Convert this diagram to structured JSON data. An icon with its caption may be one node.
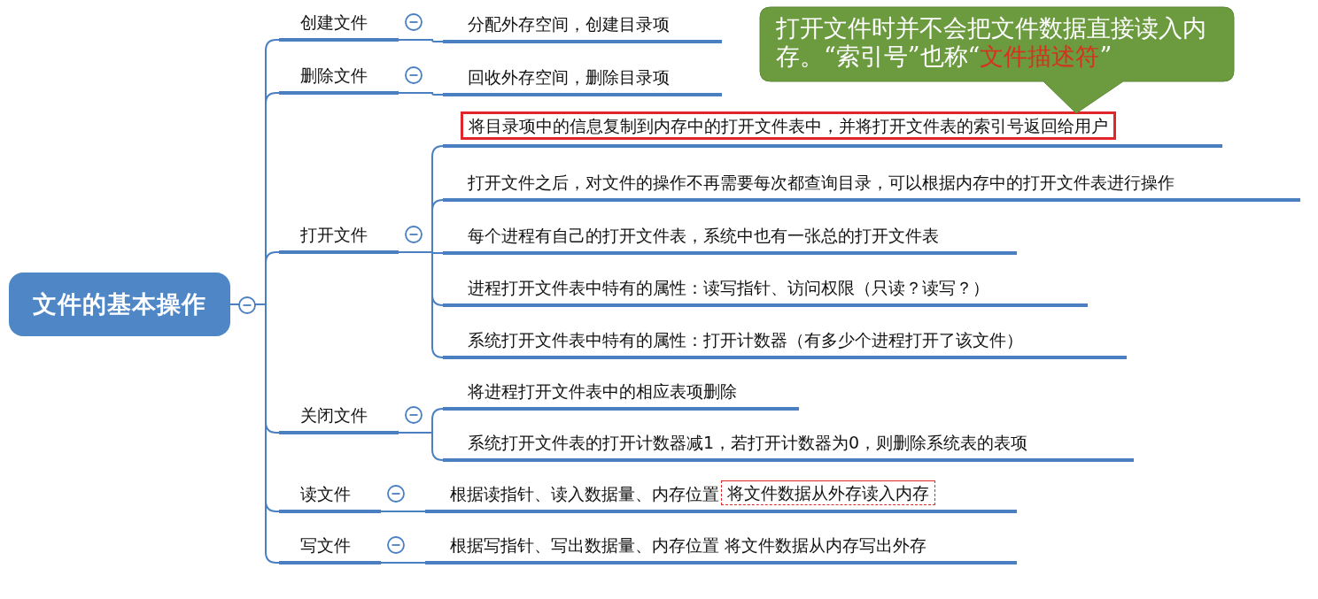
{
  "diagram": {
    "nodes": [
      {
        "text": [
          "文件的基本操作"
        ]
      },
      {
        "text": [
          "创建文件"
        ]
      },
      {
        "text": [
          "分配外存空间，创建目录项"
        ]
      },
      {
        "text": [
          "删除文件"
        ]
      },
      {
        "text": [
          "回收外存空间，删除目录项"
        ]
      },
      {
        "text": [
          "打开文件"
        ]
      },
      {
        "text": [
          "将目录项中的信息复制到内存中的打开文件表中，并将打开文件表的索引号返回给用户"
        ]
      },
      {
        "text": [
          "打开文件之后，对文件的操作不再需要每次都查询目录，可以根据内存中的打开文件表进行操作"
        ]
      },
      {
        "text": [
          "每个进程有自己的打开文件表，系统中也有一张总的打开文件表"
        ]
      },
      {
        "text": [
          "进程打开文件表中特有的属性：读写指针、访问权限（只读？读写？）"
        ]
      },
      {
        "text": [
          "系统打开文件表中特有的属性：打开计数器（有多少个进程打开了该文件）"
        ]
      },
      {
        "text": [
          "关闭文件"
        ]
      },
      {
        "text": [
          "将进程打开文件表中的相应表项删除"
        ]
      },
      {
        "text": [
          "系统打开文件表的打开计数器减1，若打开计数器为0，则删除系统表的表项"
        ]
      },
      {
        "text": [
          "读文件"
        ]
      },
      {
        "text": [
          "根据读指针、读入数据量、内存位置",
          "将文件数据从外存读入内存"
        ]
      },
      {
        "text": [
          "写文件"
        ]
      },
      {
        "text": [
          "根据写指针、写出数据量、内存位置 将文件数据从内存写出外存"
        ]
      },
      {
        "text": [
          "打开文件时并不会把文件数据直接读入内存。“索引号”也称“**文件描述符**”"
        ]
      }
    ],
    "edges": [
      {
        "from": 0,
        "to": 1,
        "arrow": "none"
      },
      {
        "from": 0,
        "to": 3,
        "arrow": "none"
      },
      {
        "from": 0,
        "to": 5,
        "arrow": "none"
      },
      {
        "from": 0,
        "to": 11,
        "arrow": "none"
      },
      {
        "from": 0,
        "to": 14,
        "arrow": "none"
      },
      {
        "from": 0,
        "to": 16,
        "arrow": "none"
      },
      {
        "from": 1,
        "to": 2,
        "arrow": "none"
      },
      {
        "from": 3,
        "to": 4,
        "arrow": "none"
      },
      {
        "from": 5,
        "to": 6,
        "arrow": "none"
      },
      {
        "from": 5,
        "to": 7,
        "arrow": "none"
      },
      {
        "from": 5,
        "to": 8,
        "arrow": "none"
      },
      {
        "from": 5,
        "to": 9,
        "arrow": "none"
      },
      {
        "from": 5,
        "to": 10,
        "arrow": "none"
      },
      {
        "from": 11,
        "to": 12,
        "arrow": "none"
      },
      {
        "from": 11,
        "to": 13,
        "arrow": "none"
      },
      {
        "from": 14,
        "to": 15,
        "arrow": "none"
      },
      {
        "from": 16,
        "to": 17,
        "arrow": "none"
      }
    ]
  }
}
